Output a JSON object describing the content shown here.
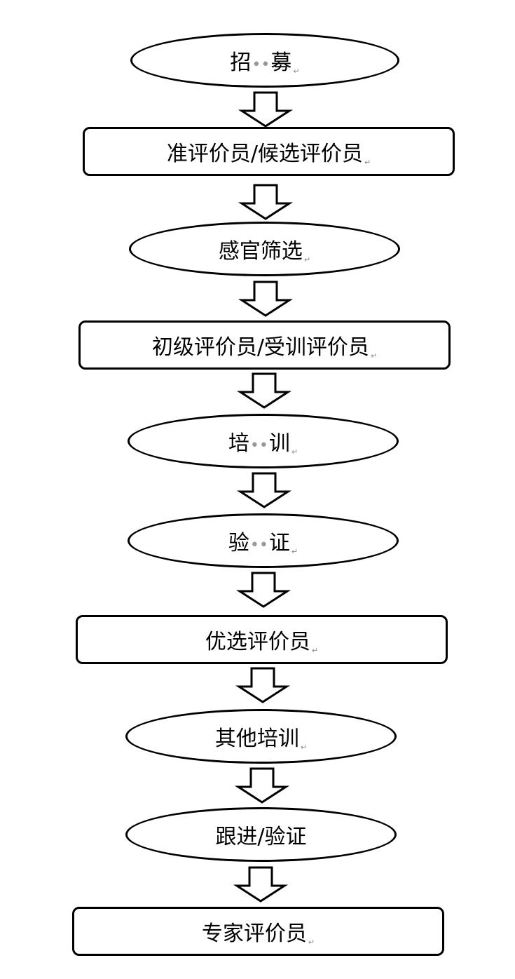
{
  "flowchart": {
    "steps": [
      {
        "text": "招募",
        "shape": "ellipse",
        "spaced": true
      },
      {
        "text": "准评价员/候选评价员",
        "shape": "rect",
        "spaced": false
      },
      {
        "text": "感官筛选",
        "shape": "ellipse",
        "spaced": false
      },
      {
        "text": "初级评价员/受训评价员",
        "shape": "rect",
        "spaced": false
      },
      {
        "text": "培训",
        "shape": "ellipse",
        "spaced": true
      },
      {
        "text": "验证",
        "shape": "ellipse",
        "spaced": true
      },
      {
        "text": "优选评价员",
        "shape": "rect",
        "spaced": false
      },
      {
        "text": "其他培训",
        "shape": "ellipse",
        "spaced": false
      },
      {
        "text": "跟进/验证",
        "shape": "ellipse",
        "spaced": false
      },
      {
        "text": "专家评价员",
        "shape": "rect",
        "spaced": false
      }
    ],
    "paragraph_mark": "↵",
    "spacer_dots": "••",
    "colors": {
      "stroke": "#000000",
      "fill": "#ffffff",
      "dots": "#999999"
    }
  }
}
